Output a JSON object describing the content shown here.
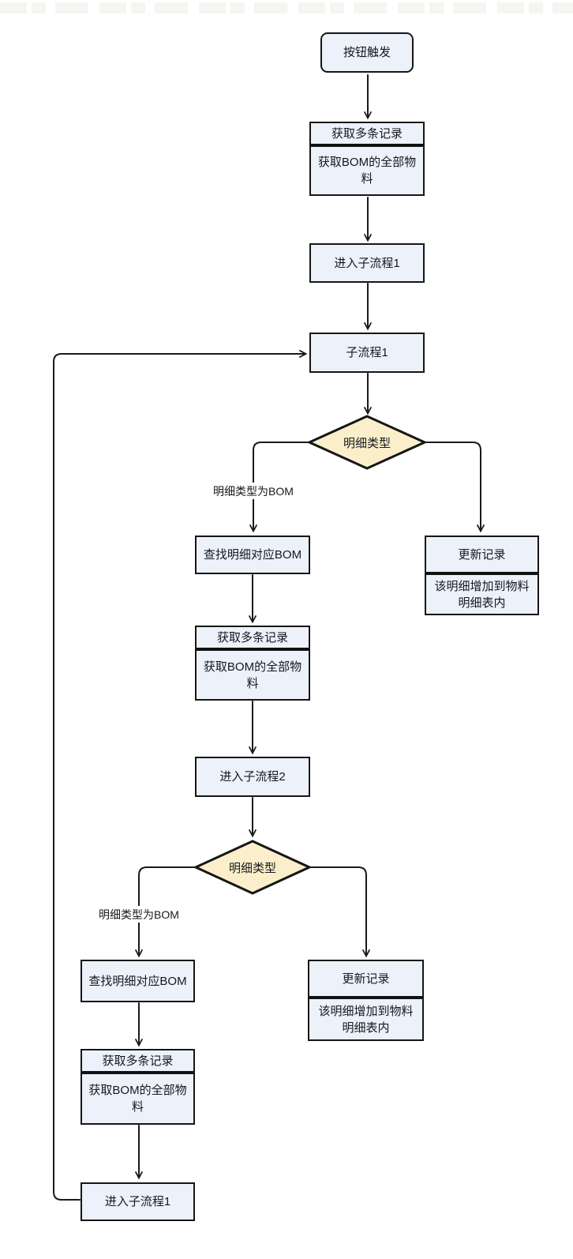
{
  "diagram_type": "flowchart",
  "colors": {
    "background": "#ffffff",
    "node_fill": "#ecf1fa",
    "node_border": "#161616",
    "decision_fill": "#faefca",
    "connector": "#1a1a1a",
    "text": "#16181d",
    "watermark": "#f5f5f1"
  },
  "nodes": {
    "start": {
      "label": "按钮触发",
      "shape": "rounded-rect"
    },
    "rec1": {
      "header": "获取多条记录",
      "body": "获取BOM的全部物料",
      "shape": "record"
    },
    "enter_sub1_top": {
      "label": "进入子流程1",
      "shape": "rect"
    },
    "sub1": {
      "label": "子流程1",
      "shape": "rect"
    },
    "decision1": {
      "label": "明细类型",
      "shape": "diamond"
    },
    "find_bom_1": {
      "label": "查找明细对应BOM",
      "shape": "rect"
    },
    "rec2": {
      "header": "获取多条记录",
      "body": "获取BOM的全部物料",
      "shape": "record"
    },
    "enter_sub2": {
      "label": "进入子流程2",
      "shape": "rect"
    },
    "decision2": {
      "label": "明细类型",
      "shape": "diamond"
    },
    "find_bom_2": {
      "label": "查找明细对应BOM",
      "shape": "rect"
    },
    "rec3": {
      "header": "获取多条记录",
      "body": "获取BOM的全部物料",
      "shape": "record"
    },
    "enter_sub1_bottom": {
      "label": "进入子流程1",
      "shape": "rect"
    },
    "update1": {
      "header": "更新记录",
      "body": "该明细增加到物料明细表内",
      "shape": "record"
    },
    "update2": {
      "header": "更新记录",
      "body": "该明细增加到物料明细表内",
      "shape": "record"
    }
  },
  "edge_labels": {
    "decision1_left": "明细类型为BOM",
    "decision2_left": "明细类型为BOM"
  },
  "edges": [
    {
      "from": "start",
      "to": "rec1"
    },
    {
      "from": "rec1",
      "to": "enter_sub1_top"
    },
    {
      "from": "enter_sub1_top",
      "to": "sub1"
    },
    {
      "from": "sub1",
      "to": "decision1"
    },
    {
      "from": "decision1",
      "to": "find_bom_1",
      "label": "明细类型为BOM"
    },
    {
      "from": "decision1",
      "to": "update1"
    },
    {
      "from": "find_bom_1",
      "to": "rec2"
    },
    {
      "from": "rec2",
      "to": "enter_sub2"
    },
    {
      "from": "enter_sub2",
      "to": "decision2"
    },
    {
      "from": "decision2",
      "to": "find_bom_2",
      "label": "明细类型为BOM"
    },
    {
      "from": "decision2",
      "to": "update2"
    },
    {
      "from": "find_bom_2",
      "to": "rec3"
    },
    {
      "from": "rec3",
      "to": "enter_sub1_bottom"
    },
    {
      "from": "enter_sub1_bottom",
      "to": "sub1"
    }
  ]
}
